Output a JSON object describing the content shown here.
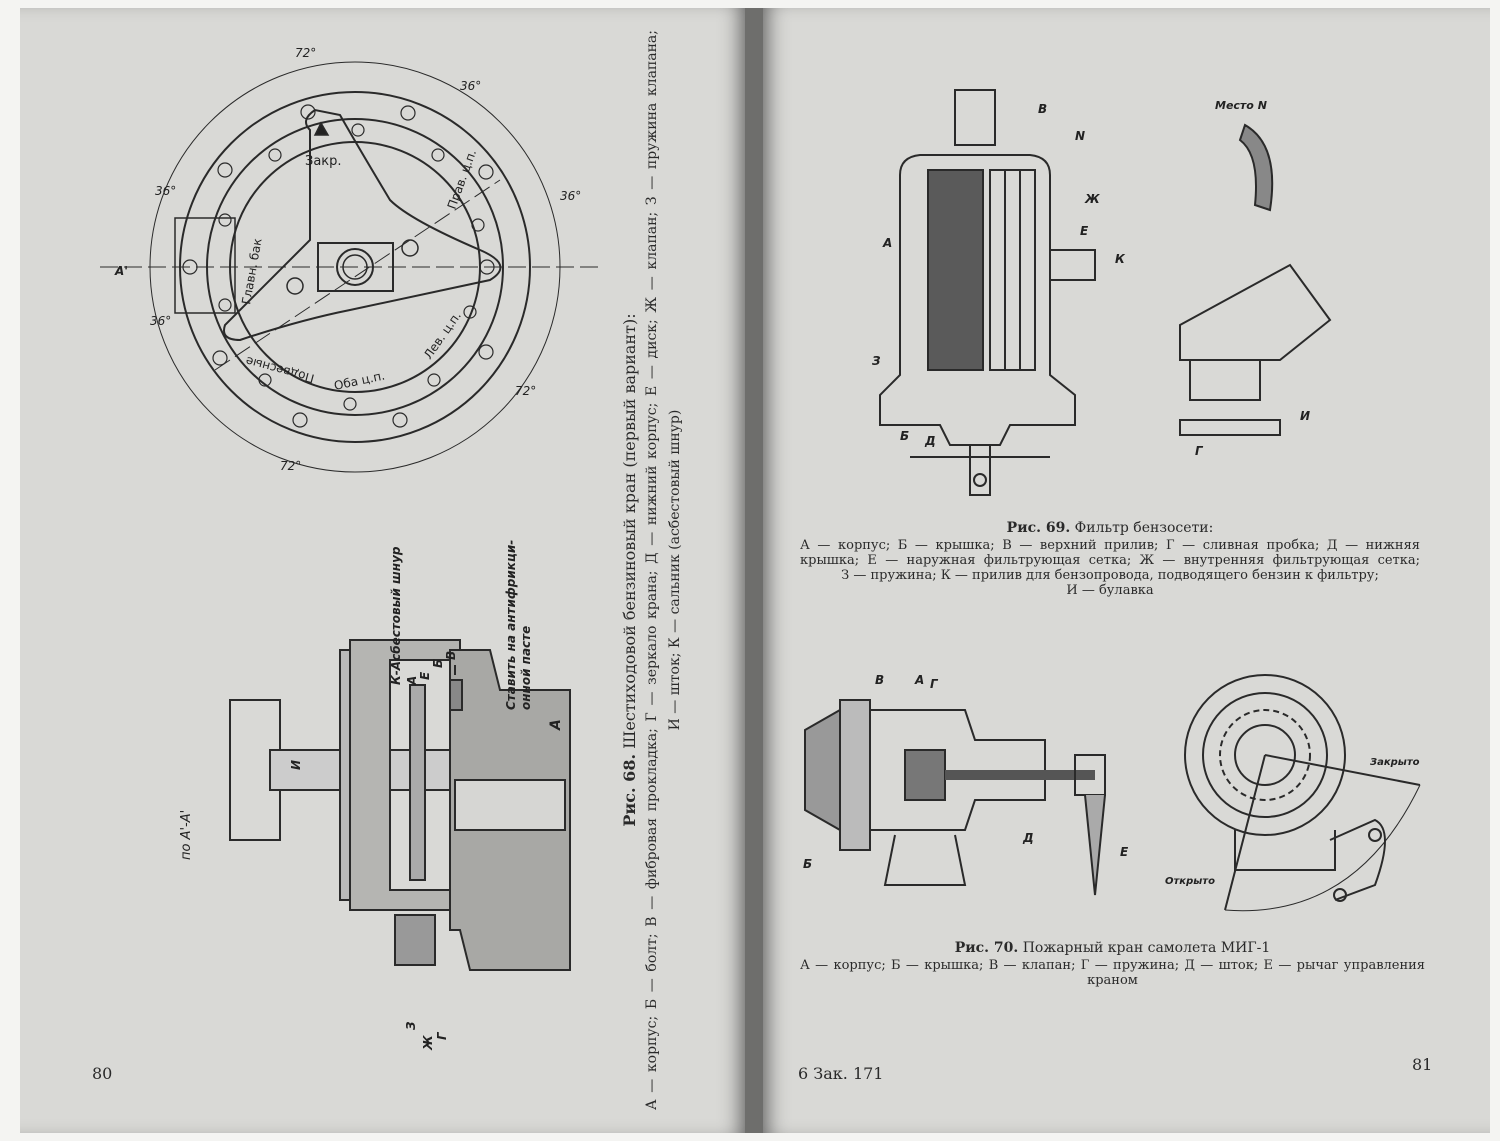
{
  "left_page": {
    "page_number": "80",
    "figure_top": {
      "angles": [
        "72°",
        "36°",
        "36°",
        "36°",
        "36°",
        "72°",
        "72°"
      ],
      "section_mark": "A'",
      "labels": [
        "Закр.",
        "Прав. ц.п.",
        "Главн. бак",
        "Подвесные",
        "Оба ц.п.",
        "Лев. ц.п."
      ]
    },
    "figure_bottom": {
      "section_title": "по A'-A'",
      "labels": {
        "k": "К-Асбестовый шнур",
        "a": "А",
        "e": "Е",
        "b": "Б",
        "v": "В",
        "i": "И",
        "z": "З",
        "zh": "Ж",
        "g": "Г",
        "a_body": "А",
        "note_line1": "Ставить на антифрикци-",
        "note_line2": "онной пасте"
      }
    },
    "caption": {
      "title_num": "Рис. 68.",
      "title_text": "Шестиходовой бензиновый кран (первый вариант):",
      "line2": "А — корпус; Б — болт; В — фибровая прокладка; Г — зеркало крана; Д — нижний корпус; Е — диск; Ж — клапан; З — пружина клапана;",
      "line3": "И — шток; К — сальник (асбестовый шнур)"
    }
  },
  "right_page": {
    "footer_left": "6  Зак. 171",
    "page_number": "81",
    "figure69": {
      "labels": {
        "v": "В",
        "n": "N",
        "zh": "Ж",
        "e": "Е",
        "a": "А",
        "k": "К",
        "z": "З",
        "b": "Б",
        "d": "Д",
        "i": "И",
        "g": "Г",
        "mesto": "Место N"
      },
      "caption": {
        "title_num": "Рис. 69.",
        "title_text": "Фильтр бензосети:",
        "line1": "А — корпус; Б — крышка; В — верхний прилив; Г — сливная пробка; Д — нижняя",
        "line2": "крышка; Е — наружная фильтрующая сетка; Ж — внутренняя фильтрующая сетка;",
        "line3": "З — пружина; К — прилив для бензопровода, подводящего бензин к фильтру;",
        "line4": "И — булавка"
      }
    },
    "figure70": {
      "labels": {
        "v": "В",
        "a": "А",
        "g": "Г",
        "b": "Б",
        "d": "Д",
        "e": "Е",
        "closed": "Закрыто",
        "open": "Открыто"
      },
      "caption": {
        "title_num": "Рис. 70.",
        "title_text": "Пожарный кран самолета МИГ-1",
        "line1": "А — корпус; Б — крышка; В — клапан; Г — пружина; Д — шток; Е — рычаг управления",
        "line2": "краном"
      }
    }
  }
}
